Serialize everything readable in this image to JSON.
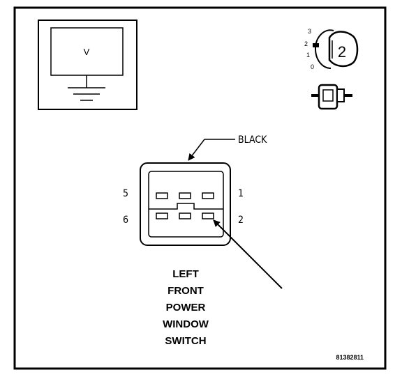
{
  "voltmeter": {
    "label": "V",
    "icon": "voltmeter-icon"
  },
  "ignition_switch": {
    "positions": [
      "3",
      "2",
      "1",
      "0"
    ],
    "key_label": "2",
    "icon": "ignition-key-icon"
  },
  "connector_icon": {
    "icon": "connector-plug-icon"
  },
  "connector": {
    "color_label": "BLACK",
    "pins": {
      "top_left": "5",
      "top_right": "1",
      "bottom_left": "6",
      "bottom_right": "2"
    }
  },
  "caption": {
    "lines": [
      "LEFT",
      "FRONT",
      "POWER",
      "WINDOW",
      "SWITCH"
    ]
  },
  "figure_id": "81382811",
  "colors": {
    "line": "#000000",
    "background": "#ffffff"
  }
}
